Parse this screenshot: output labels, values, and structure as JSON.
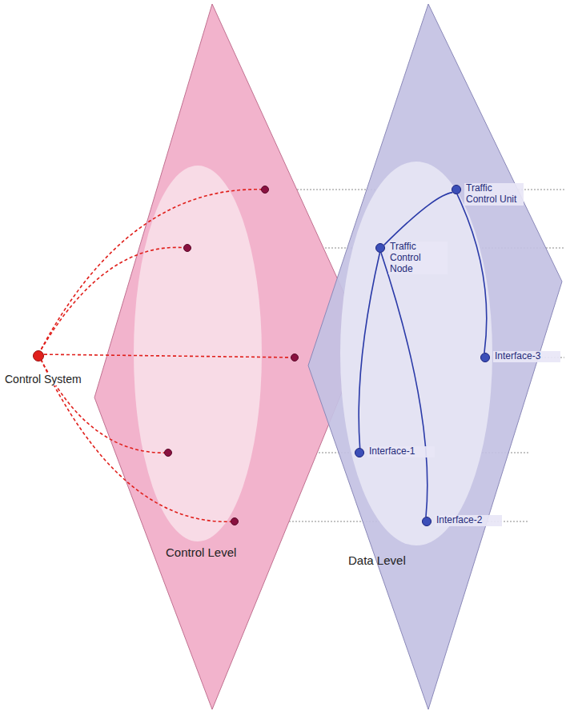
{
  "diagram": {
    "nodes": [
      {
        "text": [
          "Control System"
        ]
      },
      {
        "text": [
          "Control Level"
        ]
      },
      {
        "text": [
          "Data Level"
        ]
      },
      {
        "text": [
          "Interface-1"
        ],
        "in": 2
      },
      {
        "text": [
          "Interface-2"
        ],
        "in": 2
      },
      {
        "text": [
          "Interface-3"
        ],
        "in": 2
      },
      {
        "text": [
          "Traffic Control Node"
        ],
        "in": 2
      },
      {
        "text": [
          "Traffic Control Unit"
        ],
        "in": 2
      }
    ],
    "edges": [
      {
        "from": 6,
        "to": 3,
        "arrow": "none"
      },
      {
        "from": 6,
        "to": 4,
        "arrow": "none"
      },
      {
        "from": 6,
        "to": 7,
        "arrow": "none"
      },
      {
        "from": 7,
        "to": 5,
        "arrow": "none"
      }
    ]
  }
}
